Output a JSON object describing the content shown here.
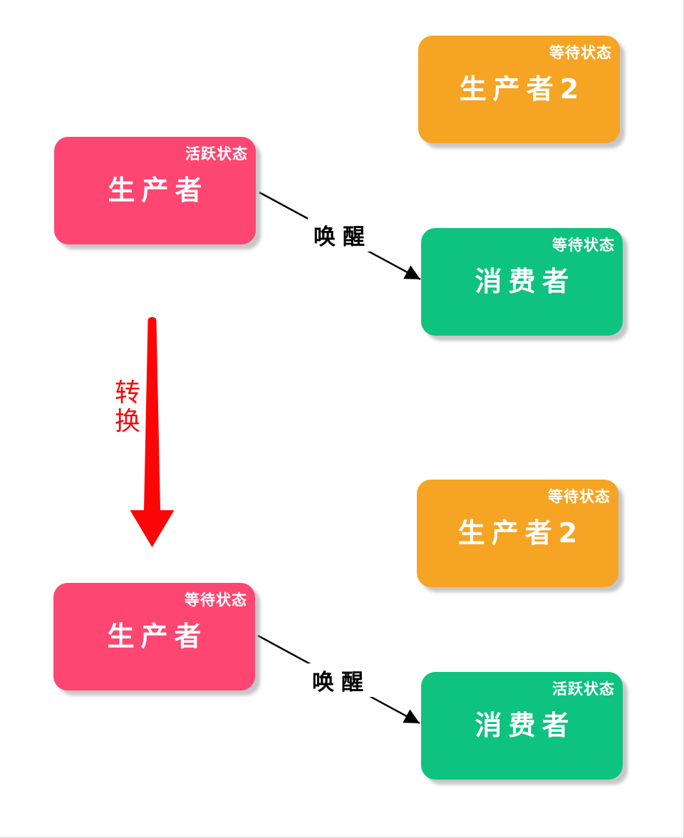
{
  "canvas": {
    "background": "#ffffff",
    "edge_border": "#d9d9d9"
  },
  "colors": {
    "producer": "#FD4671",
    "producer2": "#F5A423",
    "consumer": "#0EC27F",
    "transform": "#fb0606",
    "connector": "#000000",
    "node_text": "#ffffff",
    "shadow": "#c9c9c9"
  },
  "before": {
    "producer2": {
      "title": "生产者2",
      "status": "等待状态"
    },
    "producer": {
      "title": "生产者",
      "status": "活跃状态"
    },
    "consumer": {
      "title": "消费者",
      "status": "等待状态"
    },
    "edge_label": "唤醒"
  },
  "after": {
    "producer2": {
      "title": "生产者2",
      "status": "等待状态"
    },
    "producer": {
      "title": "生产者",
      "status": "等待状态"
    },
    "consumer": {
      "title": "消费者",
      "status": "活跃状态"
    },
    "edge_label": "唤醒"
  },
  "transform": {
    "label": "转换"
  }
}
